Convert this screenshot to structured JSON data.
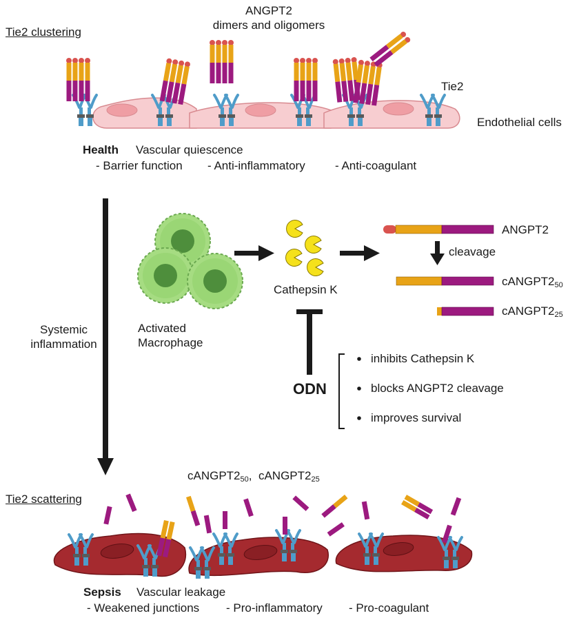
{
  "top": {
    "heading": "Tie2 clustering",
    "angpt2_label_line1": "ANGPT2",
    "angpt2_label_line2": "dimers and oligomers",
    "tie2_label": "Tie2",
    "cells_label": "Endothelial cells",
    "health_label": "Health",
    "health_desc": "Vascular quiescence",
    "health_points": [
      "- Barrier function",
      "- Anti-inflammatory",
      "- Anti-coagulant"
    ]
  },
  "middle": {
    "systemic_line1": "Systemic",
    "systemic_line2": "inflammation",
    "macrophage_line1": "Activated",
    "macrophage_line2": "Macrophage",
    "cathepsin_label": "Cathepsin K",
    "angpt2_label": "ANGPT2",
    "cleavage_label": "cleavage",
    "frag50_label": "cANGPT2",
    "frag50_sub": "50",
    "frag25_label": "cANGPT2",
    "frag25_sub": "25",
    "odn_label": "ODN",
    "odn_effects": [
      "inhibits Cathepsin K",
      "blocks ANGPT2 cleavage",
      "improves survival"
    ]
  },
  "bottom": {
    "fragments_a": "cANGPT2",
    "fragments_a_sub": "50",
    "fragments_sep": ",  ",
    "fragments_b": "cANGPT2",
    "fragments_b_sub": "25",
    "heading": "Tie2 scattering",
    "sepsis_label": "Sepsis",
    "sepsis_desc": "Vascular leakage",
    "sepsis_points": [
      "- Weakened junctions",
      "- Pro-inflammatory",
      "- Pro-coagulant"
    ]
  },
  "colors": {
    "healthy_cell": "#f7cdd0",
    "healthy_nucleus": "#ef9ea4",
    "septic_cell": "#a52a2f",
    "septic_nucleus": "#8a1f24",
    "receptor": "#4f9cc9",
    "angpt2_orange": "#e8a317",
    "angpt2_purple": "#9c1a7f",
    "angpt2_cap": "#d9534f",
    "macrophage": "#8fd16b",
    "cathepsin": "#f5e11b"
  },
  "icons": [
    "healthy-endothelial-cell",
    "septic-endothelial-cell",
    "tie2-receptor",
    "angpt2-oligomer",
    "activated-macrophage",
    "cathepsin-k-pacman",
    "inhibition-bar"
  ]
}
